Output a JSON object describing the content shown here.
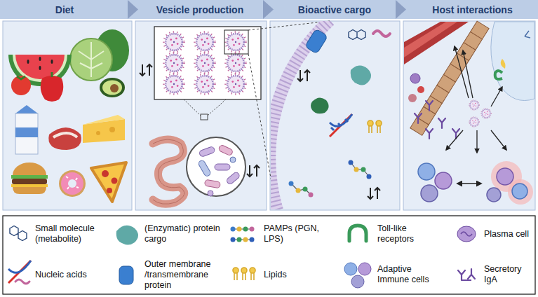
{
  "diagram": {
    "nodes": [
      {
        "text": [
          "Diet"
        ]
      },
      {
        "text": [
          "Vesicle production"
        ]
      },
      {
        "text": [
          "Bioactive cargo"
        ]
      },
      {
        "text": [
          "Host interactions"
        ]
      }
    ],
    "legend": [
      {
        "text": "Small molecule (metabolite)"
      },
      {
        "text": "Nucleic acids"
      },
      {
        "text": "(Enzymatic) protein cargo"
      },
      {
        "text": "Outer membrane /transmembrane protein"
      },
      {
        "text": "PAMPs (PGN, LPS)"
      },
      {
        "text": "Lipids"
      },
      {
        "text": "Toll-like receptors"
      },
      {
        "text": "Adaptive Immune cells"
      },
      {
        "text": "Plasma cell"
      },
      {
        "text": "Secretory IgA"
      }
    ]
  }
}
